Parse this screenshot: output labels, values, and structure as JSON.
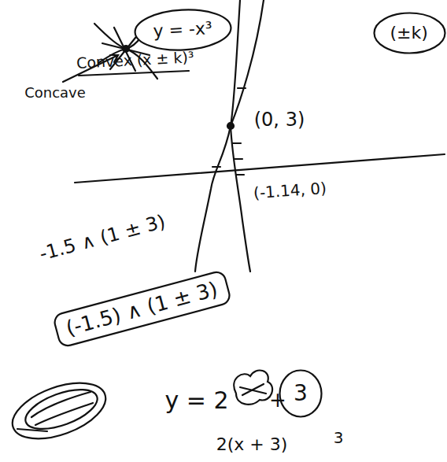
{
  "diagram": {
    "nodes": [
      {
        "text": [
          "y = -x³"
        ]
      },
      {
        "text": [
          "(±k)"
        ]
      },
      {
        "text": [
          "(-1.5) ∧ (1 ± 3)"
        ]
      },
      {
        "text": [
          "3"
        ]
      }
    ],
    "labels": [
      "Convex (x ± k)³",
      "Concave",
      "(0, 3)",
      "(-1.14, 0)",
      "-1.5 ∧ (1 ± 3)",
      "y = 2",
      "+",
      "2(x + 3)",
      "3"
    ]
  }
}
